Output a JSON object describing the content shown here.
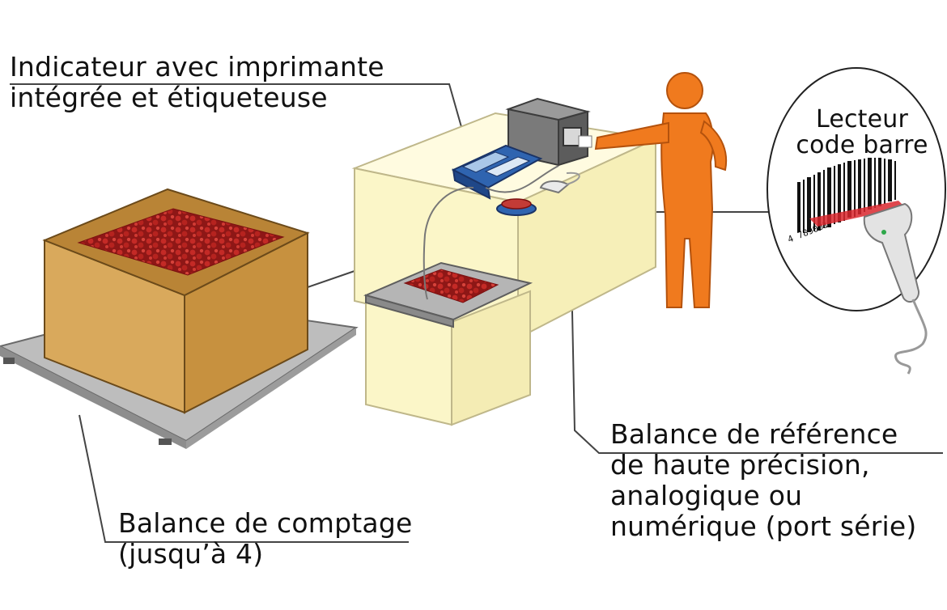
{
  "labels": {
    "indicateur": [
      "Indicateur avec imprimante",
      "intégrée et étiqueteuse"
    ],
    "comptage": [
      "Balance de comptage",
      "(jusqu’à 4)"
    ],
    "reference": [
      "Balance de référence",
      "de haute précision,",
      "analogique ou",
      "numérique (port série)"
    ],
    "lecteur": [
      "Lecteur",
      "code barre"
    ],
    "barcode_digits": "4 789001"
  },
  "colors": {
    "cardboard": "#d7a85a",
    "cardboard_dark": "#c08c3c",
    "product": "#a8201f",
    "table": "#fbf7cf",
    "table_edge": "#c9c29a",
    "platform": "#b9b9b9",
    "person": "#f07a1e",
    "indicator": "#2f64b0",
    "printer": "#6d6d6d",
    "laser": "#d9272e"
  }
}
